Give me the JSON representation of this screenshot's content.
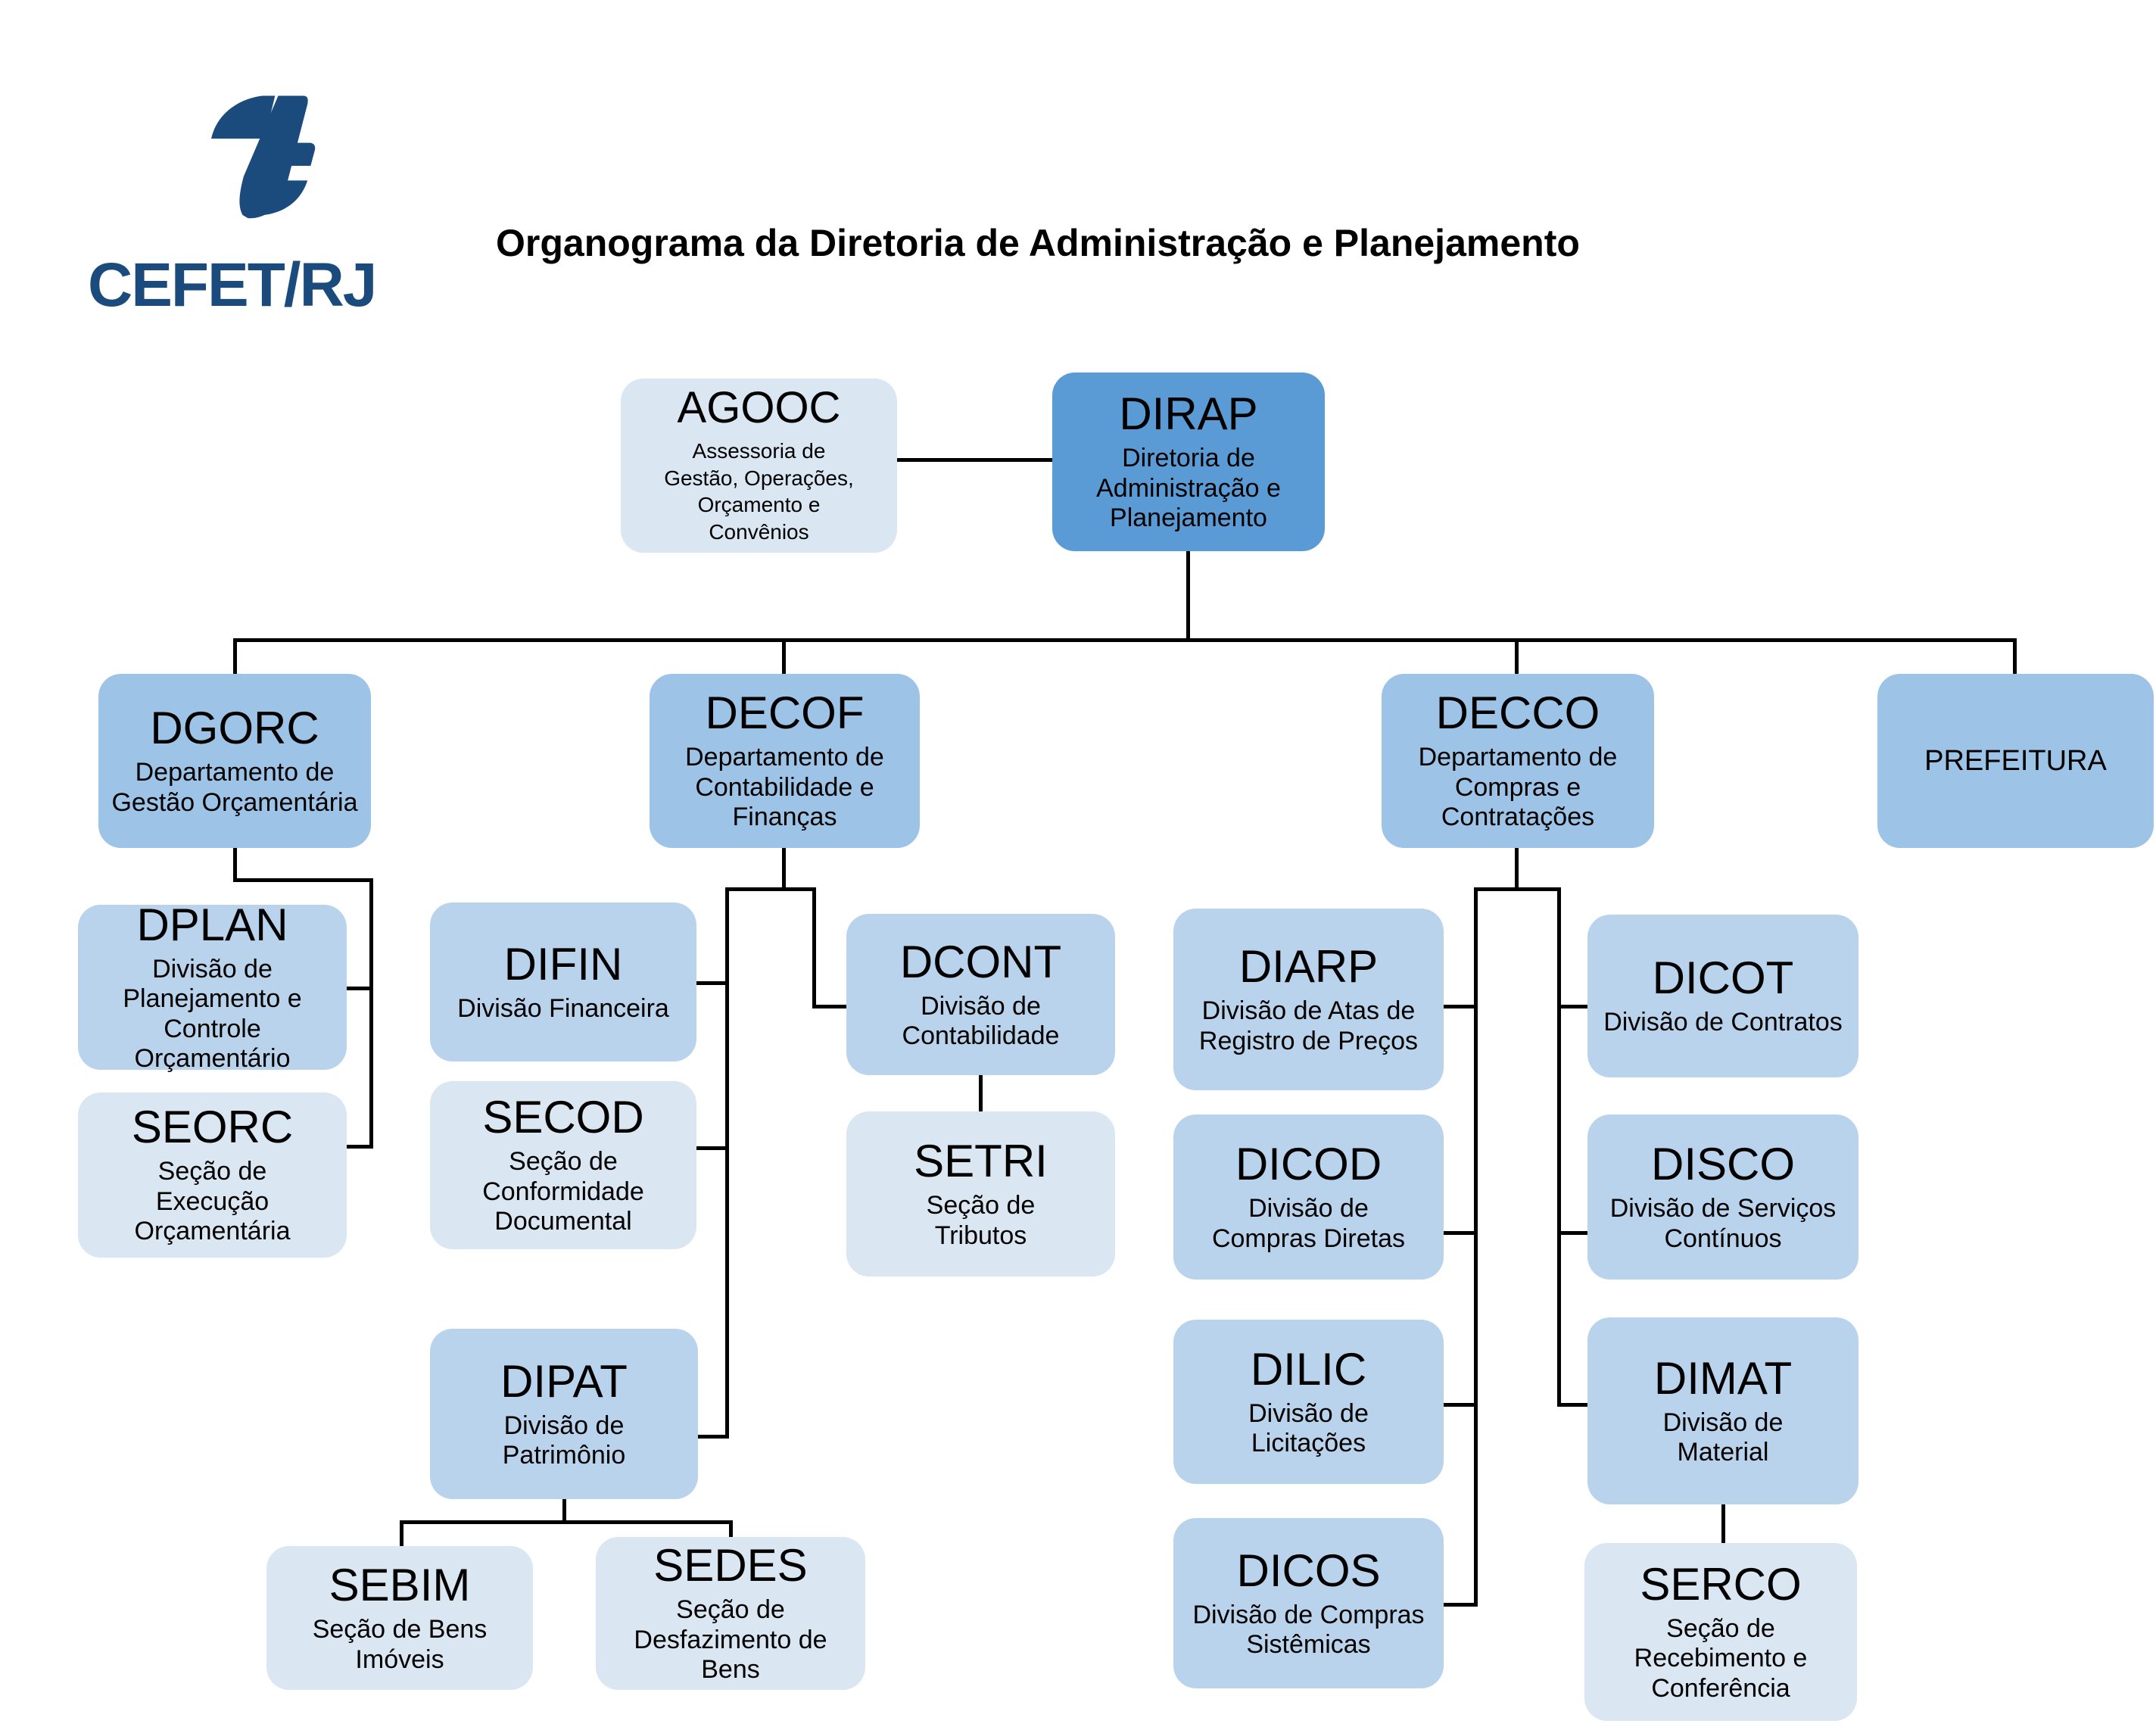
{
  "header": {
    "title": "Organograma da Diretoria de Administração e Planejamento",
    "logo_text": "CEFET/RJ"
  },
  "colors": {
    "background": "#ffffff",
    "text": "#000000",
    "line": "#000000",
    "logo": "#1b4a7d",
    "level1": "#5b9bd5",
    "level2": "#9dc3e6",
    "level3": "#b9d3ec",
    "level4": "#dbe6f3"
  },
  "nodes": {
    "agooc": {
      "acronym": "AGOOC",
      "label": "Assessoria de\nGestão, Operações,\nOrçamento e\nConvênios",
      "level": 4
    },
    "dirap": {
      "acronym": "DIRAP",
      "label": "Diretoria de\nAdministração e\nPlanejamento",
      "level": 1
    },
    "dgorc": {
      "acronym": "DGORC",
      "label": "Departamento de\nGestão Orçamentária",
      "level": 2
    },
    "decof": {
      "acronym": "DECOF",
      "label": "Departamento de\nContabilidade e\nFinanças",
      "level": 2
    },
    "decco": {
      "acronym": "DECCO",
      "label": "Departamento de\nCompras e\nContratações",
      "level": 2
    },
    "prefeitura": {
      "label": "PREFEITURA",
      "level": 2
    },
    "dplan": {
      "acronym": "DPLAN",
      "label": "Divisão de\nPlanejamento e\nControle\nOrçamentário",
      "level": 3
    },
    "seorc": {
      "acronym": "SEORC",
      "label": "Seção de\nExecução\nOrçamentária",
      "level": 4
    },
    "difin": {
      "acronym": "DIFIN",
      "label": "Divisão Financeira",
      "level": 3
    },
    "secod": {
      "acronym": "SECOD",
      "label": "Seção de\nConformidade\nDocumental",
      "level": 4
    },
    "dipat": {
      "acronym": "DIPAT",
      "label": "Divisão de\nPatrimônio",
      "level": 3
    },
    "sebim": {
      "acronym": "SEBIM",
      "label": "Seção de Bens\nImóveis",
      "level": 4
    },
    "sedes": {
      "acronym": "SEDES",
      "label": "Seção de\nDesfazimento de\nBens",
      "level": 4
    },
    "dcont": {
      "acronym": "DCONT",
      "label": "Divisão de\nContabilidade",
      "level": 3
    },
    "setri": {
      "acronym": "SETRI",
      "label": "Seção de\nTributos",
      "level": 4
    },
    "diarp": {
      "acronym": "DIARP",
      "label": "Divisão de Atas de\nRegistro de Preços",
      "level": 3
    },
    "dicod": {
      "acronym": "DICOD",
      "label": "Divisão de\nCompras Diretas",
      "level": 3
    },
    "dilic": {
      "acronym": "DILIC",
      "label": "Divisão de\nLicitações",
      "level": 3
    },
    "dicos": {
      "acronym": "DICOS",
      "label": "Divisão de Compras\nSistêmicas",
      "level": 3
    },
    "dicot": {
      "acronym": "DICOT",
      "label": "Divisão de Contratos",
      "level": 3
    },
    "disco": {
      "acronym": "DISCO",
      "label": "Divisão de Serviços\nContínuos",
      "level": 3
    },
    "dimat": {
      "acronym": "DIMAT",
      "label": "Divisão de\nMaterial",
      "level": 3
    },
    "serco": {
      "acronym": "SERCO",
      "label": "Seção de\nRecebimento e\nConferência",
      "level": 4
    }
  }
}
